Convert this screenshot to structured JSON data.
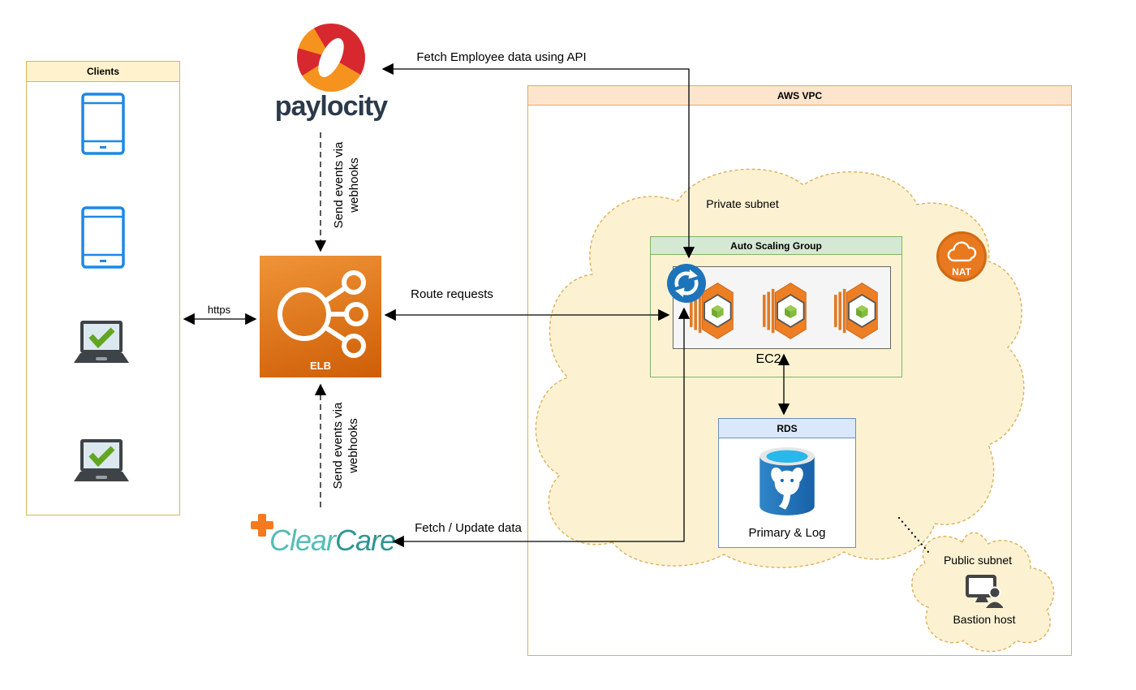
{
  "diagram": {
    "clients": {
      "title": "Clients"
    },
    "paylocity": {
      "wordmark": "paylocity"
    },
    "clearcare": {
      "word_clear": "Clear",
      "word_care": "Care"
    },
    "elb": {
      "label": "ELB"
    },
    "vpc": {
      "title": "AWS VPC"
    },
    "private_subnet": {
      "label": "Private subnet"
    },
    "asg": {
      "title": "Auto Scaling Group"
    },
    "ec2": {
      "label": "EC2"
    },
    "rds": {
      "title": "RDS",
      "caption": "Primary & Log"
    },
    "nat": {
      "label": "NAT"
    },
    "public_subnet": {
      "label": "Public subnet"
    },
    "bastion": {
      "label": "Bastion host"
    },
    "arrows": {
      "fetch_api": "Fetch Employee data using API",
      "webhooks_top": "Send events via webhooks",
      "webhooks_bottom": "Send events via webhooks",
      "https": "https",
      "route_requests": "Route requests",
      "fetch_update": "Fetch / Update data"
    },
    "colors": {
      "cloud_fill": "#FCF2D2",
      "cloud_border": "#DDAF5B",
      "vpc_header": "#FCE5CC",
      "vpc_border": "#DFAE5C",
      "asg_header": "#D5E8D4",
      "asg_border": "#82B366",
      "rds_header": "#DAE8FC",
      "rds_border": "#6C8EBF",
      "clients_header": "#FFF2CC",
      "clients_border": "#D6B656",
      "elb_orange_top": "#F09439",
      "elb_orange_bottom": "#CE5E07",
      "nat_orange": "#E8791F",
      "paylocity_red": "#D7282F",
      "paylocity_orange": "#F6921E",
      "paylocity_text": "#2B3A4A",
      "clearcare_teal_light": "#56BCB6",
      "clearcare_teal_dark": "#2F9694",
      "clearcare_plus": "#F47A20",
      "ec2_orange": "#ED7E24",
      "cube_green": "#7FBE3A",
      "sync_blue": "#1D74BB",
      "postgres_blue": "#1A6AAE",
      "postgres_cyan": "#29B8EA",
      "device_blue": "#1E88E5",
      "check_green": "#61A620",
      "dark_gray": "#3E4347"
    }
  }
}
